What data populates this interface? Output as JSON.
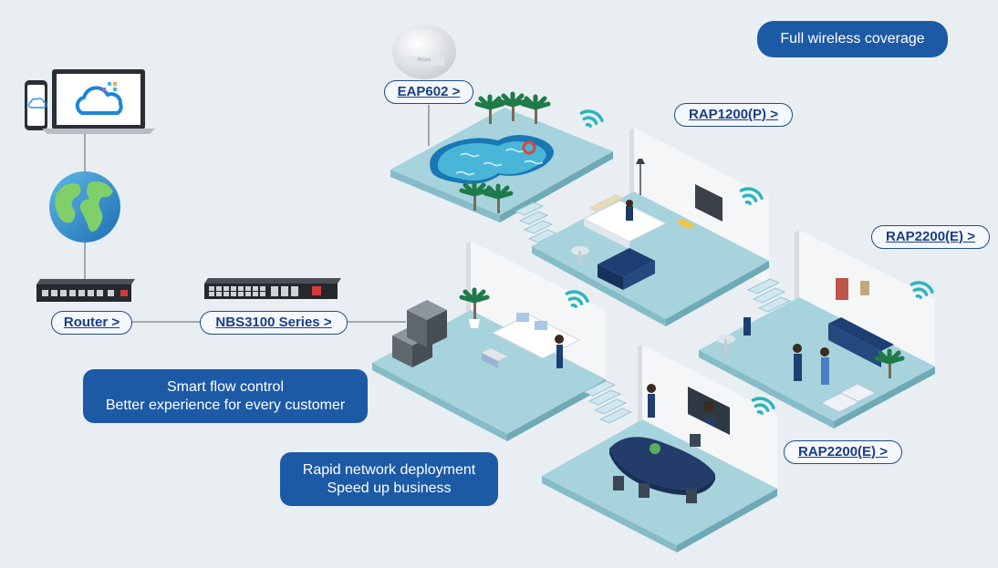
{
  "links": {
    "router": "Router >",
    "switch": "NBS3100 Series >",
    "eap602": "EAP602 >",
    "rap1200": "RAP1200(P) >",
    "rap2200_top": "RAP2200(E) >",
    "rap2200_bottom": "RAP2200(E) >"
  },
  "callouts": {
    "coverage": "Full wireless coverage",
    "flow_line1": "Smart flow control",
    "flow_line2": "Better experience for every customer",
    "deploy_line1": "Rapid network deployment",
    "deploy_line2": "Speed up business"
  },
  "colors": {
    "background": "#e9eef3",
    "accent_blue": "#1c5aa6",
    "link_text": "#1a3f86",
    "floor": "#a7d3dd",
    "wall": "#f4f6f8",
    "wifi": "#2bb5bd"
  },
  "icons": [
    "smartphone-icon",
    "laptop-icon",
    "cloud-icon",
    "globe-icon",
    "router-device",
    "switch-device",
    "ceiling-access-point",
    "wifi-icon",
    "server-rack",
    "palm-tree",
    "pool"
  ]
}
